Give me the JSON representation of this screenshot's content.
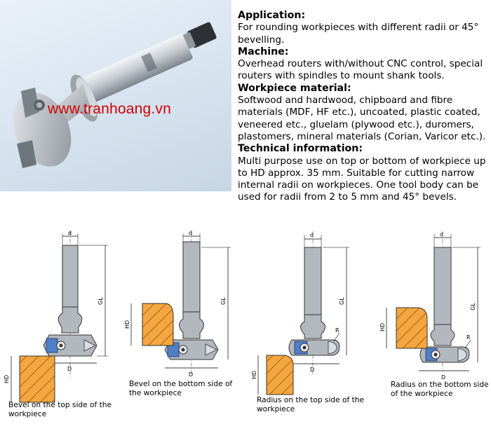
{
  "photo": {
    "watermark": "www.tranhoang.vn"
  },
  "sections": [
    {
      "heading": "Application:",
      "body": "For rounding workpieces with different radii or 45° bevelling."
    },
    {
      "heading": "Machine:",
      "body": "Overhead routers with/without CNC control, special routers with spindles to mount shank tools."
    },
    {
      "heading": "Workpiece material:",
      "body": "Softwood and hardwood, chipboard and fibre materials (MDF, HF etc.), uncoated, plastic coated, veneered etc., gluelam (plywood etc.), duromers, plastomers, mineral materials (Corian, Varicor etc.)."
    },
    {
      "heading": "Technical information:",
      "body": "Multi purpose use on top or bottom of workpiece up to HD approx. 35 mm. Suitable for cutting narrow internal radii on workpieces. One tool body can be used for radii from 2 to 5 mm and 45° bevels."
    }
  ],
  "diagrams": [
    {
      "caption": "Bevel on the top side of the workpiece",
      "dim_d": "d",
      "dim_D": "D",
      "dim_GL": "GL",
      "dim_HD": "HD"
    },
    {
      "caption": "Bevel on the bottom side of the workpiece",
      "dim_d": "d",
      "dim_D": "D",
      "dim_GL": "GL",
      "dim_HD": "HD"
    },
    {
      "caption": "Radius on the top side of the workpiece",
      "dim_d": "d",
      "dim_D": "D",
      "dim_GL": "GL",
      "dim_HD": "HD",
      "dim_R": "R"
    },
    {
      "caption": "Radius on the bottom side of the workpiece",
      "dim_d": "d",
      "dim_D": "D",
      "dim_GL": "GL",
      "dim_HD": "HD",
      "dim_R": "R"
    }
  ]
}
